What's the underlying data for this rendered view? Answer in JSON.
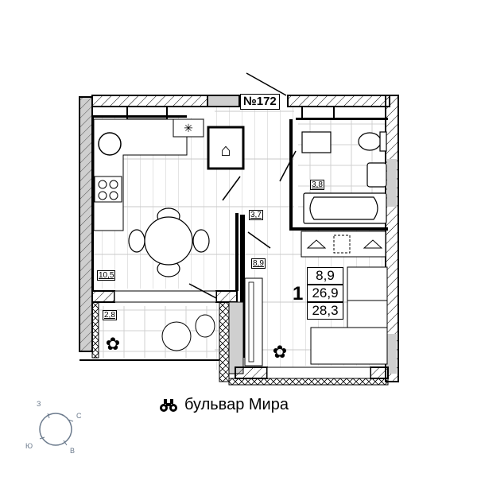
{
  "apartment": {
    "number_label": "№172",
    "rooms_count": "1",
    "living_area": "8,9",
    "total_area": "26,9",
    "total_area_with_balcony": "28,3"
  },
  "rooms": [
    {
      "name": "kitchen-dining",
      "area": "10,5"
    },
    {
      "name": "balcony",
      "area": "2,8"
    },
    {
      "name": "hallway",
      "area": "3,7"
    },
    {
      "name": "bathroom",
      "area": "3,8"
    },
    {
      "name": "living-room",
      "area": "8,9"
    }
  ],
  "street": {
    "label": "бульвар Мира",
    "icon": "binoculars-icon"
  },
  "compass": {
    "north": "С",
    "east": "В",
    "south": "Ю",
    "west": "З"
  },
  "colors": {
    "wall": "#000000",
    "wall_fill": "#cfcfcf",
    "floor_lines": "#bdbdbd",
    "compass": "#6b7a8c"
  }
}
